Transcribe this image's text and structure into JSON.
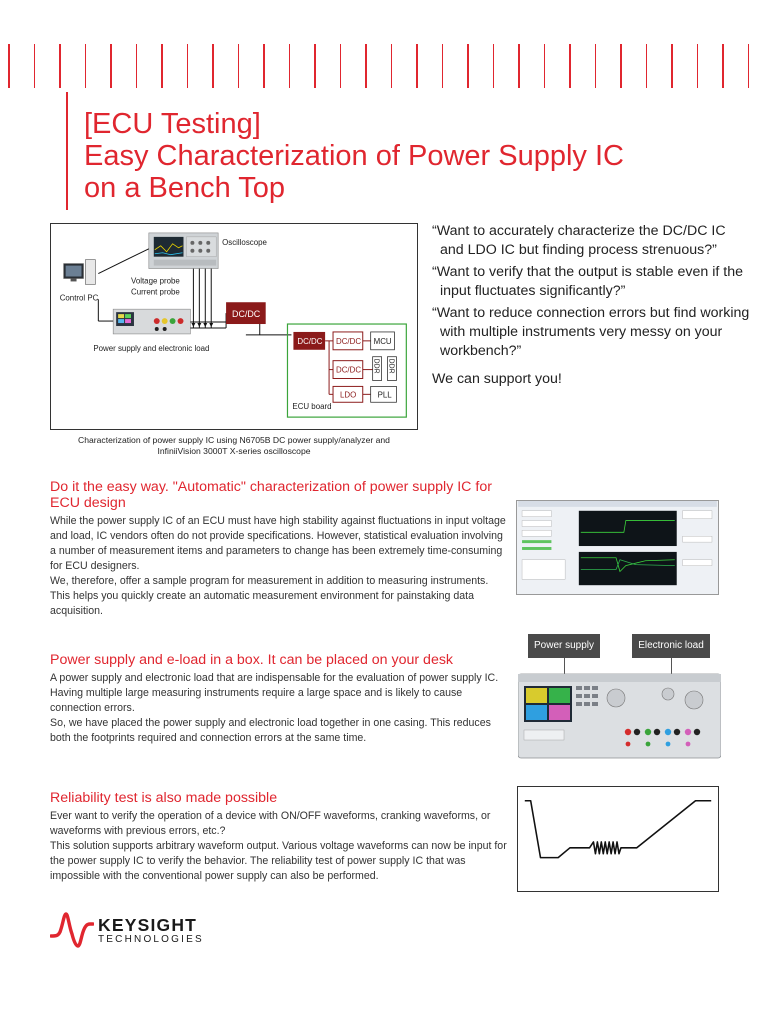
{
  "header": {
    "title_lines": [
      "[ECU Testing]",
      "Easy Characterization of Power Supply IC",
      "on a Bench Top"
    ]
  },
  "diagram": {
    "labels": {
      "oscilloscope": "Oscilloscope",
      "voltage_probe": "Voltage probe",
      "current_probe": "Current probe",
      "control_pc": "Control PC",
      "power_supply_load": "Power supply and electronic load",
      "dcdc_main": "DC/DC",
      "dcdc_1": "DC/DC",
      "dcdc_2": "DC/DC",
      "dcdc_3": "DC/DC",
      "mcu": "MCU",
      "ddr_1": "DDR",
      "ddr_2": "DDR",
      "ldo": "LDO",
      "pll": "PLL",
      "ecu_board": "ECU board"
    },
    "caption_lines": [
      "Characterization of power supply IC using N6705B DC power supply/analyzer and",
      "InfiniiVision 3000T X-series oscilloscope"
    ]
  },
  "quotes": [
    "“Want to accurately characterize the DC/DC IC and LDO IC but finding process strenuous?”",
    "“Want to verify that the output is stable even if the input fluctuates significantly?”",
    "“Want to reduce connection errors but find working with multiple instruments very messy on your workbench?”"
  ],
  "support_text": "We can support you!",
  "section1": {
    "heading": "Do it the easy way. \"Automatic\" characterization of power supply IC for ECU design",
    "paragraphs": [
      "While the power supply IC of an ECU must have high stability against fluctuations in input voltage and load, IC vendors often do not provide specifications. However, statistical evaluation involving a number of measurement items and parameters to change has been extremely time-consuming for ECU designers.",
      "We, therefore, offer a sample program for measurement in addition to measuring instruments. This helps you quickly create an automatic measurement environment for painstaking data acquisition."
    ]
  },
  "section2": {
    "heading": "Power supply and e-load in a box. It can be placed on your desk",
    "paragraphs": [
      "A power supply and electronic load that are indispensable for the evaluation of power supply IC. Having multiple large measuring instruments require a large space and is likely to cause connection errors.",
      "So, we have placed the power supply and electronic load together in one casing. This reduces both the footprints required and connection errors at the same time."
    ],
    "tags": {
      "power_supply": "Power supply",
      "electronic_load": "Electronic load"
    }
  },
  "section3": {
    "heading": "Reliability test is also made possible",
    "paragraphs": [
      "Ever want to verify the operation of a device with ON/OFF waveforms, cranking waveforms, or waveforms with previous errors, etc.?",
      "This solution supports arbitrary waveform output. Various voltage waveforms can now be input for the power supply IC to verify the behavior. The reliability test of power supply IC that was impossible with the conventional power supply can also be performed."
    ]
  },
  "logo": {
    "name": "KEYSIGHT",
    "sub": "TECHNOLOGIES"
  },
  "colors": {
    "accent": "#e0262f",
    "dark_box": "#8b1a1a",
    "board_green": "#3aa43a",
    "tag_bg": "#4a4a4a"
  },
  "icons": [
    "keysight-wave-icon"
  ]
}
